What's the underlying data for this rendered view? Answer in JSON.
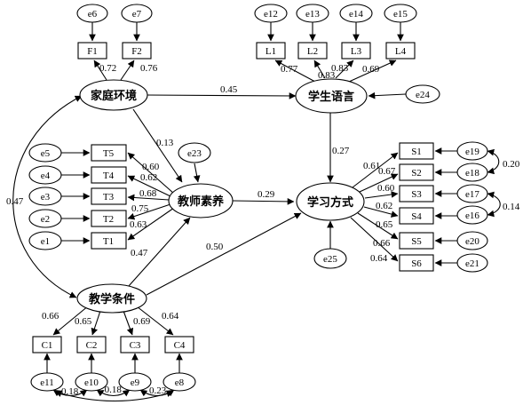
{
  "latents": {
    "family": "家庭环境",
    "lang": "学生语言",
    "teacher": "教师素养",
    "learn": "学习方式",
    "cond": "教学条件"
  },
  "errors": {
    "e6": "e6",
    "e7": "e7",
    "e12": "e12",
    "e13": "e13",
    "e14": "e14",
    "e15": "e15",
    "e24": "e24",
    "e23": "e23",
    "e5": "e5",
    "e4": "e4",
    "e3": "e3",
    "e2": "e2",
    "e1": "e1",
    "e19": "e19",
    "e18": "e18",
    "e17": "e17",
    "e16": "e16",
    "e20": "e20",
    "e21": "e21",
    "e25": "e25",
    "e11": "e11",
    "e10": "e10",
    "e9": "e9",
    "e8": "e8"
  },
  "indicators": {
    "F1": "F1",
    "F2": "F2",
    "L1": "L1",
    "L2": "L2",
    "L3": "L3",
    "L4": "L4",
    "T5": "T5",
    "T4": "T4",
    "T3": "T3",
    "T2": "T2",
    "T1": "T1",
    "S1": "S1",
    "S2": "S2",
    "S3": "S3",
    "S4": "S4",
    "S5": "S5",
    "S6": "S6",
    "C1": "C1",
    "C2": "C2",
    "C3": "C3",
    "C4": "C4"
  },
  "coefficients": {
    "F1": "0.72",
    "F2": "0.76",
    "L1": "0.77",
    "L2": "0.83",
    "L3": "0.83",
    "L4": "0.69",
    "T5": "0.60",
    "T4": "0.62",
    "T3": "0.68",
    "T2": "0.75",
    "T1": "0.63",
    "S1": "0.61",
    "S2": "0.67",
    "S3": "0.60",
    "S4": "0.62",
    "S5": "0.65",
    "S6": "0.66",
    "S6b": "0.64",
    "C1": "0.66",
    "C2": "0.65",
    "C3": "0.69",
    "C4": "0.64",
    "family_lang": "0.45",
    "family_teacher": "0.13",
    "teacher_learn": "0.29",
    "lang_learn": "0.27",
    "cond_teacher": "0.47",
    "cond_learn": "0.50",
    "family_cond": "0.47",
    "e19_e18": "0.20",
    "e17_e16": "0.14",
    "e11_e10": "0.18",
    "e10_e9": "-0.18",
    "e9_e8": "0.23"
  }
}
